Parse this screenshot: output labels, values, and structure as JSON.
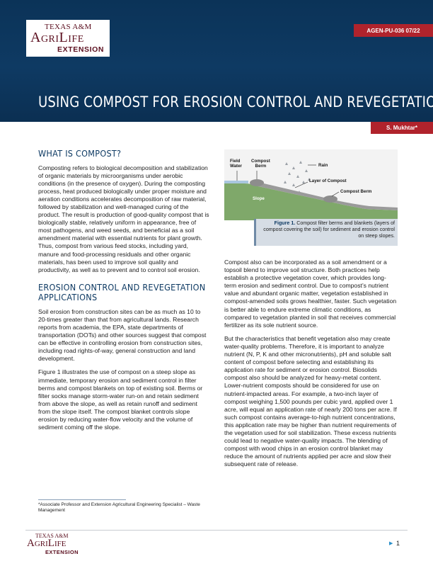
{
  "header": {
    "logo": {
      "line1": "TEXAS A&M",
      "line2": "AgriLife",
      "line3": "EXTENSION"
    },
    "pub_code": "AGEN-PU-036  07/22",
    "title": "USING COMPOST FOR EROSION CONTROL AND REVEGETATION",
    "author": "S. Mukhtar*"
  },
  "sections": {
    "what_is": {
      "heading": "WHAT IS COMPOST?",
      "p1": "Composting refers to biological decomposition and stabilization of organic materials by microorganisms under aerobic conditions (in the presence of oxygen). During the composting process, heat produced biologically under proper moisture and aeration conditions accelerates decomposition of raw material, followed by stabilization and well-managed curing of the product. The result is production of good-quality compost that is biologically stable, relatively uniform in appearance, free of most pathogens, and weed seeds, and beneficial as a soil amendment material with essential nutrients for plant growth. Thus, compost from various feed stocks, including yard, manure and food-processing residuals and other organic materials, has been used to improve soil quality and productivity, as well as to prevent and to control soil erosion."
    },
    "erosion": {
      "heading": "EROSION CONTROL AND REVEGETATION APPLICATIONS",
      "p1": "Soil erosion from construction sites can be as much as 10 to 20-times greater than that from agricultural lands. Research reports from academia, the EPA, state departments of transportation (DOTs) and other sources suggest that compost can be effective in controlling erosion from construction sites, including road rights-of-way, general construction and land development.",
      "p2": "Figure 1 illustrates the use of compost on a steep slope as immediate, temporary erosion and sediment control in filter berms and compost blankets on top of existing soil. Berms or filter socks manage storm-water run-on and retain sediment from above the slope, as well as retain runoff and sediment from the slope itself. The compost blanket controls slope erosion by reducing water-flow velocity and the volume of sediment coming off the slope."
    },
    "right": {
      "p1": "Compost also can be incorporated as a soil amendment or a topsoil blend to improve soil structure. Both practices help establish a protective vegetation cover, which provides long-term erosion and sediment control. Due to compost’s nutrient value and abundant organic matter, vegetation established in compost-amended soils grows healthier, faster. Such vegetation is better able to endure extreme climatic conditions, as compared to vegetation planted in soil that receives commercial fertilizer as its sole nutrient source.",
      "p2": "But the characteristics that benefit vegetation also may create water-quality problems. Therefore, it is important to analyze nutrient (N, P, K and other micronutrients), pH and soluble salt content of compost before selecting and establishing its application rate for sediment or erosion control. Biosolids compost also should be analyzed for heavy-metal content. Lower-nutrient composts should be considered for use on nutrient-impacted areas. For example, a two-inch layer of compost weighing 1,500 pounds per cubic yard, applied over 1 acre, will equal an application rate of nearly 200 tons per acre. If such compost contains average-to-high nutrient concentrations, this application rate may be higher than nutrient requirements of the vegetation used for soil stabilization. These excess nutrients could lead to negative water-quality impacts. The blending of compost with wood chips in an erosion control blanket may reduce the amount of nutrients applied per acre and slow their subsequent rate of release."
    }
  },
  "figure": {
    "labels": {
      "field_water": "Field\nWater",
      "compost_berm_top": "Compost\nBerm",
      "rain": "Rain",
      "layer": "Layer of Compost",
      "compost_berm_bottom": "Compost Berm",
      "slope": "Slope"
    },
    "caption_lead": "Figure 1.",
    "caption_text": " Compost filter berms and blankets (layers of compost covering the soil) for sediment and erosion control on steep slopes.",
    "colors": {
      "sky": "#f3f3f3",
      "slope": "#7fa86a",
      "compost": "#9a9a9a",
      "caption_bg": "#d6dde5"
    }
  },
  "footnote": "*Associate Professor and Extension Agricultural Engineering Specialist – Waste Management",
  "footer": {
    "logo": {
      "line1": "TEXAS A&M",
      "line2": "AgriLife",
      "line3": "EXTENSION"
    },
    "page_number": "1",
    "arrow": "▶"
  },
  "colors": {
    "navy": "#0e3a63",
    "red": "#b0232c",
    "maroon": "#5b0f1f"
  }
}
